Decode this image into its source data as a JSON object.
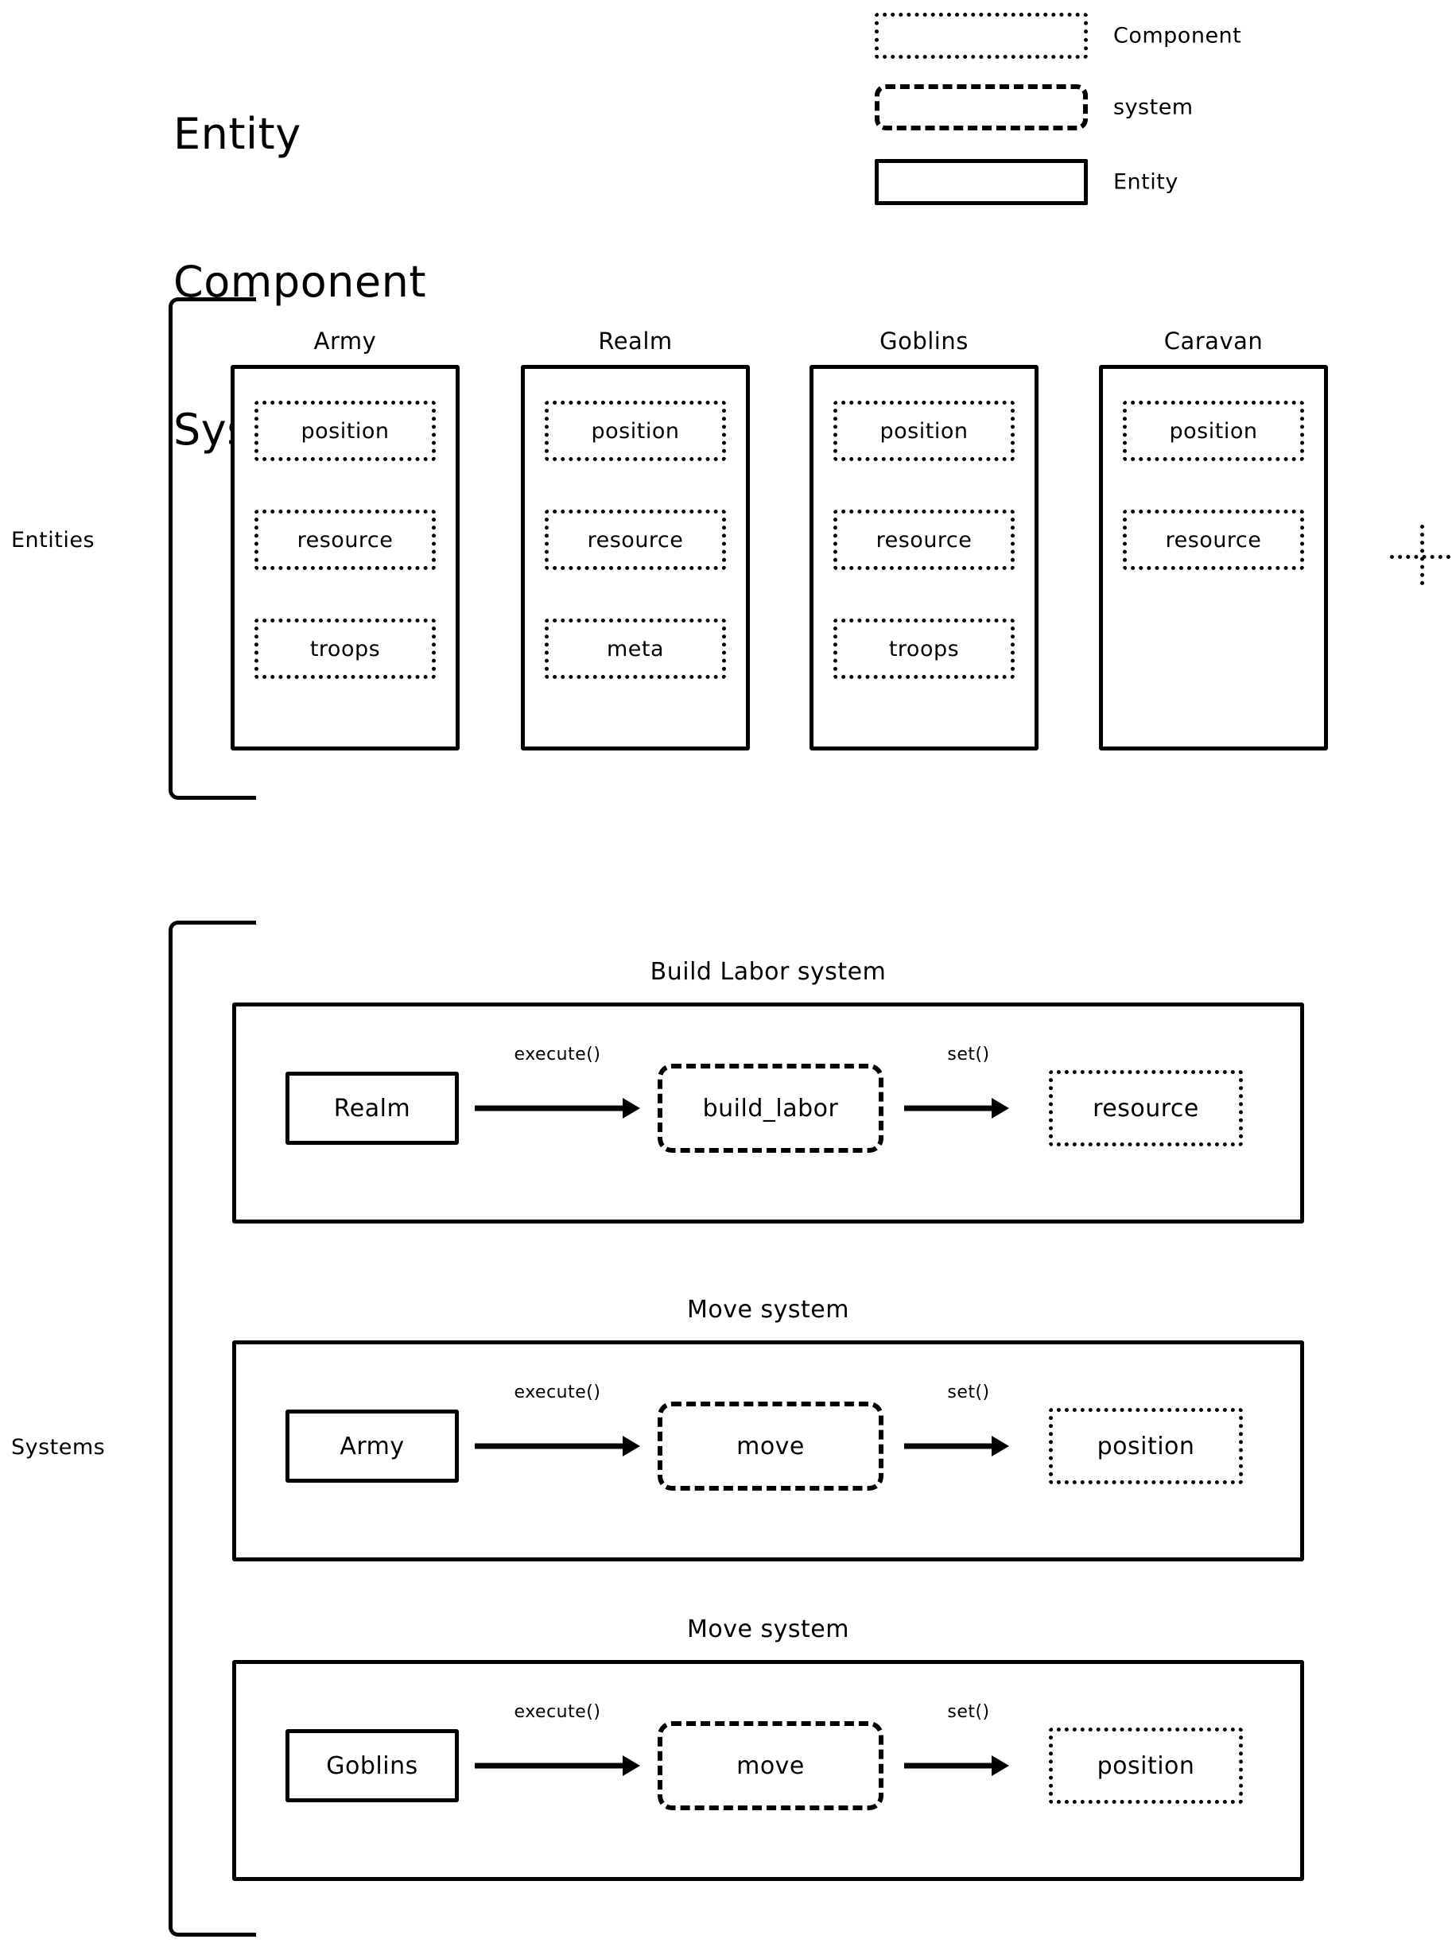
{
  "title": {
    "line1": "Entity",
    "line2": "Component",
    "line3": "System"
  },
  "legend": {
    "items": [
      {
        "shape": "dotted-rectangle",
        "label": "Component"
      },
      {
        "shape": "dashed-rounded-rectangle",
        "label": "system"
      },
      {
        "shape": "solid-rectangle",
        "label": "Entity"
      }
    ]
  },
  "sections": {
    "entities_label": "Entities",
    "systems_label": "Systems"
  },
  "entities": [
    {
      "name": "Army",
      "components": [
        "position",
        "resource",
        "troops"
      ]
    },
    {
      "name": "Realm",
      "components": [
        "position",
        "resource",
        "meta"
      ]
    },
    {
      "name": "Goblins",
      "components": [
        "position",
        "resource",
        "troops"
      ]
    },
    {
      "name": "Caravan",
      "components": [
        "position",
        "resource"
      ]
    }
  ],
  "entities_continuation": "more-entities-cross",
  "systems": [
    {
      "title": "Build Labor system",
      "entity": "Realm",
      "execute_label": "execute()",
      "system": "build_labor",
      "set_label": "set()",
      "component": "resource"
    },
    {
      "title": "Move system",
      "entity": "Army",
      "execute_label": "execute()",
      "system": "move",
      "set_label": "set()",
      "component": "position"
    },
    {
      "title": "Move system",
      "entity": "Goblins",
      "execute_label": "execute()",
      "system": "move",
      "set_label": "set()",
      "component": "position"
    }
  ],
  "colors": {
    "ink": "#000000",
    "paper": "#ffffff"
  }
}
